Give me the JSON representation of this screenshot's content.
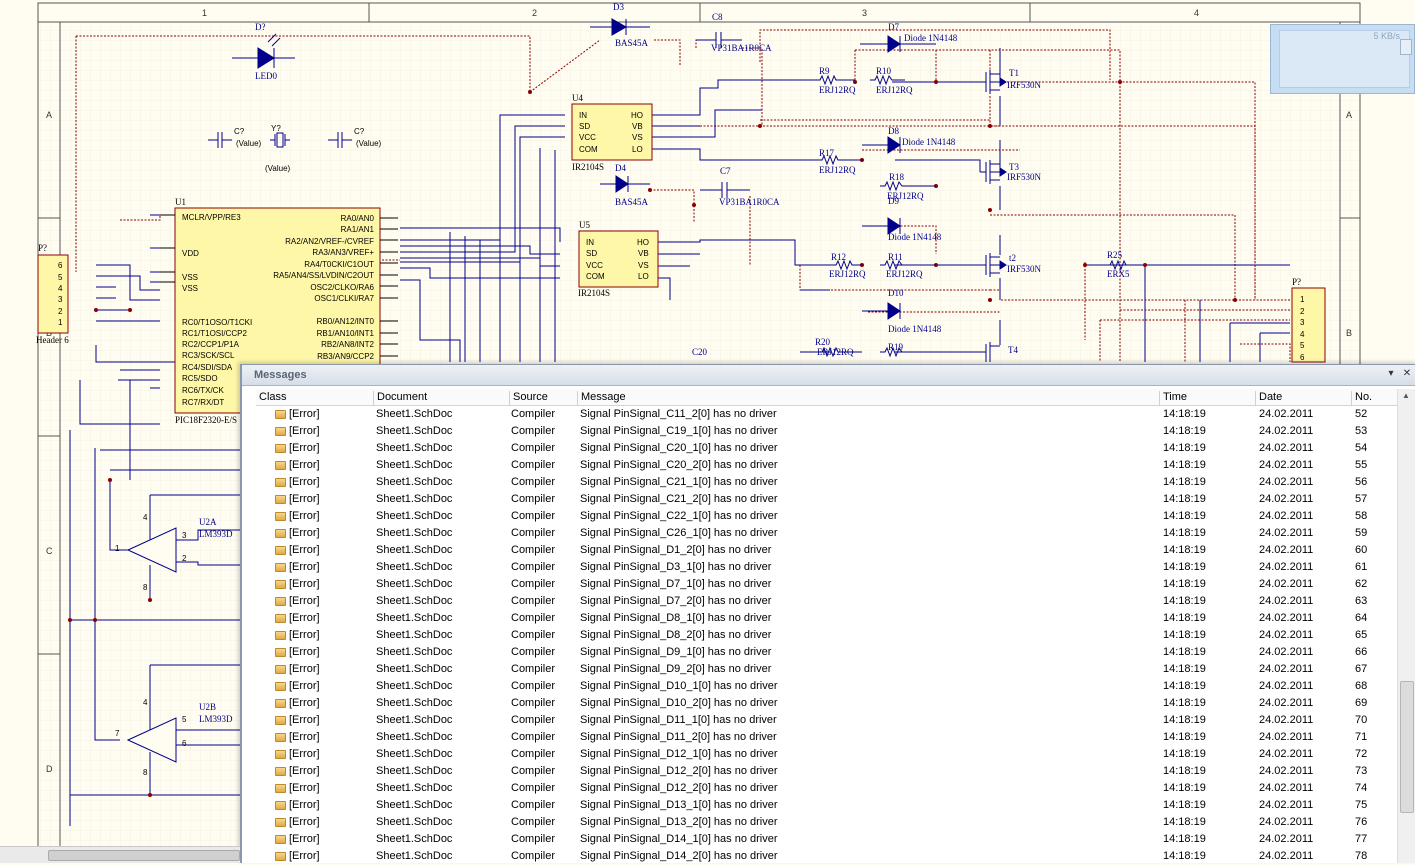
{
  "schematic": {
    "zones_top": [
      "1",
      "2",
      "3",
      "4"
    ],
    "zones_left": [
      "A",
      "B",
      "C",
      "D"
    ],
    "parts": {
      "d_led": "D?",
      "led0": "LED0",
      "d3": "D3",
      "d3_val": "BAS45A",
      "c8": "C8",
      "c8_val": "VP31BA1R0CA",
      "d7": "D7",
      "d7_val": "Diode 1N4148",
      "r9": "R9",
      "r10": "R10",
      "r9_val": "ERJ12RQ",
      "r10_val": "ERJ12RQ",
      "t1": "T1",
      "t1_val": "IRF530N",
      "u4": "U4",
      "u4_val": "IR2104S",
      "u4_pins_left": [
        "IN",
        "SD",
        "VCC",
        "COM"
      ],
      "u4_pins_right": [
        "HO",
        "VB",
        "VS",
        "LO"
      ],
      "d4": "D4",
      "d4_val": "BAS45A",
      "c7": "C7",
      "c7_val": "VP31BA1R0CA",
      "d8": "D8",
      "d8_val": "Diode 1N4148",
      "r17": "R17",
      "r18": "R18",
      "r17_val": "ERJ12RQ",
      "r18_val": "ERJ12RQ",
      "t3": "T3",
      "t3_val": "IRF530N",
      "d9": "D9",
      "d9_val": "Diode 1N4148",
      "u5": "U5",
      "u5_val": "IR2104S",
      "r12": "R12",
      "r11": "R11",
      "r12_val": "ERJ12RQ",
      "r11_val": "ERJ12RQ",
      "t2": "t2",
      "t2_val": "IRF530N",
      "r25": "R25",
      "r25_val": "ERX5",
      "d10": "D10",
      "d10_val": "Diode 1N4148",
      "r20": "R20",
      "r19": "R19",
      "r20_val": "ERJ12RQ",
      "t4": "T4",
      "c20": "C20",
      "cap_a": "C?",
      "cap_a_val": "(Value)",
      "xtal": "Y?",
      "xtal_val": "(Value)",
      "cap_b": "C?",
      "cap_b_val": "(Value)",
      "u1": "U1",
      "u1_val": "PIC18F2320-E/S",
      "u1_left": [
        "MCLR/VPP/RE3",
        "VDD",
        "VSS",
        "VSS",
        "RC0/T1OSO/T1CKI",
        "RC1/T1OSI/CCP2",
        "RC2/CCP1/P1A",
        "RC3/SCK/SCL",
        "RC4/SDI/SDA",
        "RC5/SDO",
        "RC6/TX/CK",
        "RC7/RX/DT"
      ],
      "u1_right": [
        "RA0/AN0",
        "RA1/AN1",
        "RA2/AN2/VREF-/CVREF",
        "RA3/AN3/VREF+",
        "RA4/T0CKI/C1OUT",
        "RA5/AN4/SS/LVDIN/C2OUT",
        "OSC2/CLKO/RA6",
        "OSC1/CLKI/RA7",
        "RB0/AN12/INT0",
        "RB1/AN10/INT1",
        "RB2/AN8/INT2",
        "RB3/AN9/CCP2"
      ],
      "hdr_l": "P?",
      "hdr_l_val": "Header 6",
      "hdr_l_pins": [
        "6",
        "5",
        "4",
        "3",
        "2",
        "1"
      ],
      "hdr_r": "P?",
      "hdr_r_pins": [
        "1",
        "2",
        "3",
        "4",
        "5",
        "6"
      ],
      "u2a": "U2A",
      "u2a_val": "LM393D",
      "u2b": "U2B",
      "u2b_val": "LM393D"
    }
  },
  "speed_widget": {
    "text": "5 KB/s"
  },
  "messages": {
    "title": "Messages",
    "columns": [
      "Class",
      "Document",
      "Source",
      "Message",
      "Time",
      "Date",
      "No."
    ],
    "rows": [
      {
        "cls": "[Error]",
        "doc": "Sheet1.SchDoc",
        "src": "Compiler",
        "msg": "Signal PinSignal_C11_2[0] has no driver",
        "time": "14:18:19",
        "date": "24.02.2011",
        "no": "52"
      },
      {
        "cls": "[Error]",
        "doc": "Sheet1.SchDoc",
        "src": "Compiler",
        "msg": "Signal PinSignal_C19_1[0] has no driver",
        "time": "14:18:19",
        "date": "24.02.2011",
        "no": "53"
      },
      {
        "cls": "[Error]",
        "doc": "Sheet1.SchDoc",
        "src": "Compiler",
        "msg": "Signal PinSignal_C20_1[0] has no driver",
        "time": "14:18:19",
        "date": "24.02.2011",
        "no": "54"
      },
      {
        "cls": "[Error]",
        "doc": "Sheet1.SchDoc",
        "src": "Compiler",
        "msg": "Signal PinSignal_C20_2[0] has no driver",
        "time": "14:18:19",
        "date": "24.02.2011",
        "no": "55"
      },
      {
        "cls": "[Error]",
        "doc": "Sheet1.SchDoc",
        "src": "Compiler",
        "msg": "Signal PinSignal_C21_1[0] has no driver",
        "time": "14:18:19",
        "date": "24.02.2011",
        "no": "56"
      },
      {
        "cls": "[Error]",
        "doc": "Sheet1.SchDoc",
        "src": "Compiler",
        "msg": "Signal PinSignal_C21_2[0] has no driver",
        "time": "14:18:19",
        "date": "24.02.2011",
        "no": "57"
      },
      {
        "cls": "[Error]",
        "doc": "Sheet1.SchDoc",
        "src": "Compiler",
        "msg": "Signal PinSignal_C22_1[0] has no driver",
        "time": "14:18:19",
        "date": "24.02.2011",
        "no": "58"
      },
      {
        "cls": "[Error]",
        "doc": "Sheet1.SchDoc",
        "src": "Compiler",
        "msg": "Signal PinSignal_C26_1[0] has no driver",
        "time": "14:18:19",
        "date": "24.02.2011",
        "no": "59"
      },
      {
        "cls": "[Error]",
        "doc": "Sheet1.SchDoc",
        "src": "Compiler",
        "msg": "Signal PinSignal_D1_2[0] has no driver",
        "time": "14:18:19",
        "date": "24.02.2011",
        "no": "60"
      },
      {
        "cls": "[Error]",
        "doc": "Sheet1.SchDoc",
        "src": "Compiler",
        "msg": "Signal PinSignal_D3_1[0] has no driver",
        "time": "14:18:19",
        "date": "24.02.2011",
        "no": "61"
      },
      {
        "cls": "[Error]",
        "doc": "Sheet1.SchDoc",
        "src": "Compiler",
        "msg": "Signal PinSignal_D7_1[0] has no driver",
        "time": "14:18:19",
        "date": "24.02.2011",
        "no": "62"
      },
      {
        "cls": "[Error]",
        "doc": "Sheet1.SchDoc",
        "src": "Compiler",
        "msg": "Signal PinSignal_D7_2[0] has no driver",
        "time": "14:18:19",
        "date": "24.02.2011",
        "no": "63"
      },
      {
        "cls": "[Error]",
        "doc": "Sheet1.SchDoc",
        "src": "Compiler",
        "msg": "Signal PinSignal_D8_1[0] has no driver",
        "time": "14:18:19",
        "date": "24.02.2011",
        "no": "64"
      },
      {
        "cls": "[Error]",
        "doc": "Sheet1.SchDoc",
        "src": "Compiler",
        "msg": "Signal PinSignal_D8_2[0] has no driver",
        "time": "14:18:19",
        "date": "24.02.2011",
        "no": "65"
      },
      {
        "cls": "[Error]",
        "doc": "Sheet1.SchDoc",
        "src": "Compiler",
        "msg": "Signal PinSignal_D9_1[0] has no driver",
        "time": "14:18:19",
        "date": "24.02.2011",
        "no": "66"
      },
      {
        "cls": "[Error]",
        "doc": "Sheet1.SchDoc",
        "src": "Compiler",
        "msg": "Signal PinSignal_D9_2[0] has no driver",
        "time": "14:18:19",
        "date": "24.02.2011",
        "no": "67"
      },
      {
        "cls": "[Error]",
        "doc": "Sheet1.SchDoc",
        "src": "Compiler",
        "msg": "Signal PinSignal_D10_1[0] has no driver",
        "time": "14:18:19",
        "date": "24.02.2011",
        "no": "68"
      },
      {
        "cls": "[Error]",
        "doc": "Sheet1.SchDoc",
        "src": "Compiler",
        "msg": "Signal PinSignal_D10_2[0] has no driver",
        "time": "14:18:19",
        "date": "24.02.2011",
        "no": "69"
      },
      {
        "cls": "[Error]",
        "doc": "Sheet1.SchDoc",
        "src": "Compiler",
        "msg": "Signal PinSignal_D11_1[0] has no driver",
        "time": "14:18:19",
        "date": "24.02.2011",
        "no": "70"
      },
      {
        "cls": "[Error]",
        "doc": "Sheet1.SchDoc",
        "src": "Compiler",
        "msg": "Signal PinSignal_D11_2[0] has no driver",
        "time": "14:18:19",
        "date": "24.02.2011",
        "no": "71"
      },
      {
        "cls": "[Error]",
        "doc": "Sheet1.SchDoc",
        "src": "Compiler",
        "msg": "Signal PinSignal_D12_1[0] has no driver",
        "time": "14:18:19",
        "date": "24.02.2011",
        "no": "72"
      },
      {
        "cls": "[Error]",
        "doc": "Sheet1.SchDoc",
        "src": "Compiler",
        "msg": "Signal PinSignal_D12_2[0] has no driver",
        "time": "14:18:19",
        "date": "24.02.2011",
        "no": "73"
      },
      {
        "cls": "[Error]",
        "doc": "Sheet1.SchDoc",
        "src": "Compiler",
        "msg": "Signal PinSignal_D12_2[0] has no driver",
        "time": "14:18:19",
        "date": "24.02.2011",
        "no": "74"
      },
      {
        "cls": "[Error]",
        "doc": "Sheet1.SchDoc",
        "src": "Compiler",
        "msg": "Signal PinSignal_D13_1[0] has no driver",
        "time": "14:18:19",
        "date": "24.02.2011",
        "no": "75"
      },
      {
        "cls": "[Error]",
        "doc": "Sheet1.SchDoc",
        "src": "Compiler",
        "msg": "Signal PinSignal_D13_2[0] has no driver",
        "time": "14:18:19",
        "date": "24.02.2011",
        "no": "76"
      },
      {
        "cls": "[Error]",
        "doc": "Sheet1.SchDoc",
        "src": "Compiler",
        "msg": "Signal PinSignal_D14_1[0] has no driver",
        "time": "14:18:19",
        "date": "24.02.2011",
        "no": "77"
      },
      {
        "cls": "[Error]",
        "doc": "Sheet1.SchDoc",
        "src": "Compiler",
        "msg": "Signal PinSignal_D14_2[0] has no driver",
        "time": "14:18:19",
        "date": "24.02.2011",
        "no": "78"
      }
    ]
  },
  "colors": {
    "sheet_bg": "#fffdf2",
    "grid": "#e8e4d0",
    "wire": "#00008b",
    "net_dotted": "#8b0000",
    "part_fill": "#fff7a8",
    "panel_bg": "#ffffff"
  }
}
